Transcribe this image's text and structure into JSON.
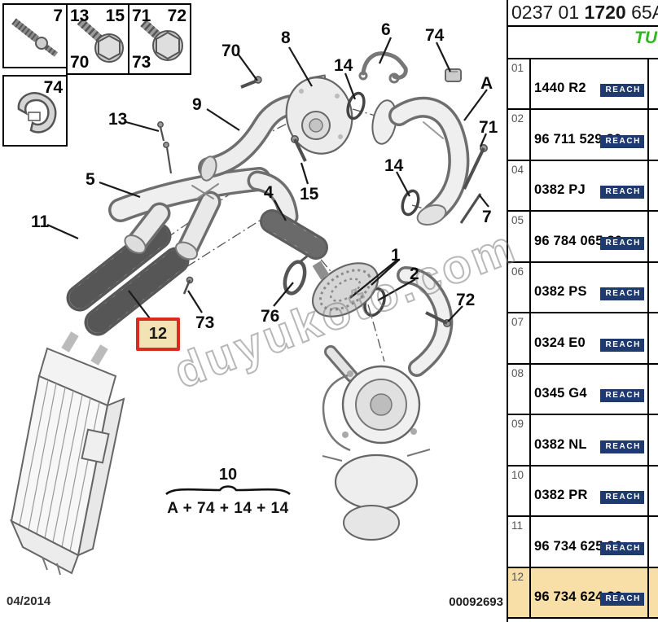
{
  "header": {
    "code_prefix": "0237 01",
    "code_bold": "1720",
    "code_suffix": "65A",
    "engine_tag": "TU"
  },
  "table": {
    "reach_label": "REACH",
    "rows": [
      {
        "num": "01",
        "part": "1440 R2"
      },
      {
        "num": "02",
        "part": "96 711 529 80"
      },
      {
        "num": "04",
        "part": "0382 PJ"
      },
      {
        "num": "05",
        "part": "96 784 065 80"
      },
      {
        "num": "06",
        "part": "0382 PS"
      },
      {
        "num": "07",
        "part": "0324 E0"
      },
      {
        "num": "08",
        "part": "0345 G4"
      },
      {
        "num": "09",
        "part": "0382 NL"
      },
      {
        "num": "10",
        "part": "0382 PR"
      },
      {
        "num": "11",
        "part": "96 734 625 80"
      },
      {
        "num": "12",
        "part": "96 734 624 80",
        "highlighted": true
      }
    ]
  },
  "diagram": {
    "inset_boxes": [
      {
        "tr": "7"
      },
      {
        "tl": "13",
        "tr": "15",
        "bl": "70"
      },
      {
        "tl": "71",
        "tr": "72",
        "bl": "73"
      },
      {
        "tr": "74"
      }
    ],
    "callouts": [
      {
        "label": "70"
      },
      {
        "label": "8"
      },
      {
        "label": "6"
      },
      {
        "label": "74"
      },
      {
        "label": "14"
      },
      {
        "label": "A"
      },
      {
        "label": "9"
      },
      {
        "label": "13"
      },
      {
        "label": "71"
      },
      {
        "label": "14"
      },
      {
        "label": "15"
      },
      {
        "label": "7"
      },
      {
        "label": "5"
      },
      {
        "label": "4"
      },
      {
        "label": "11"
      },
      {
        "label": "1"
      },
      {
        "label": "2"
      },
      {
        "label": "76"
      },
      {
        "label": "73"
      },
      {
        "label": "72"
      }
    ],
    "selected_callout": "12",
    "formula": {
      "group_label": "10",
      "expression": "A + 74 + 14 + 14"
    },
    "watermark": "duyukoto.com",
    "footer_date": "04/2014",
    "footer_doc_number": "00092693"
  },
  "colors": {
    "reach_badge_bg": "#1E3A6E",
    "highlight_row_bg": "#F8DFA8",
    "selected_box_border": "#D92B21",
    "selected_box_bg": "#F3E2B4",
    "engine_tag_green": "#2FB621"
  }
}
